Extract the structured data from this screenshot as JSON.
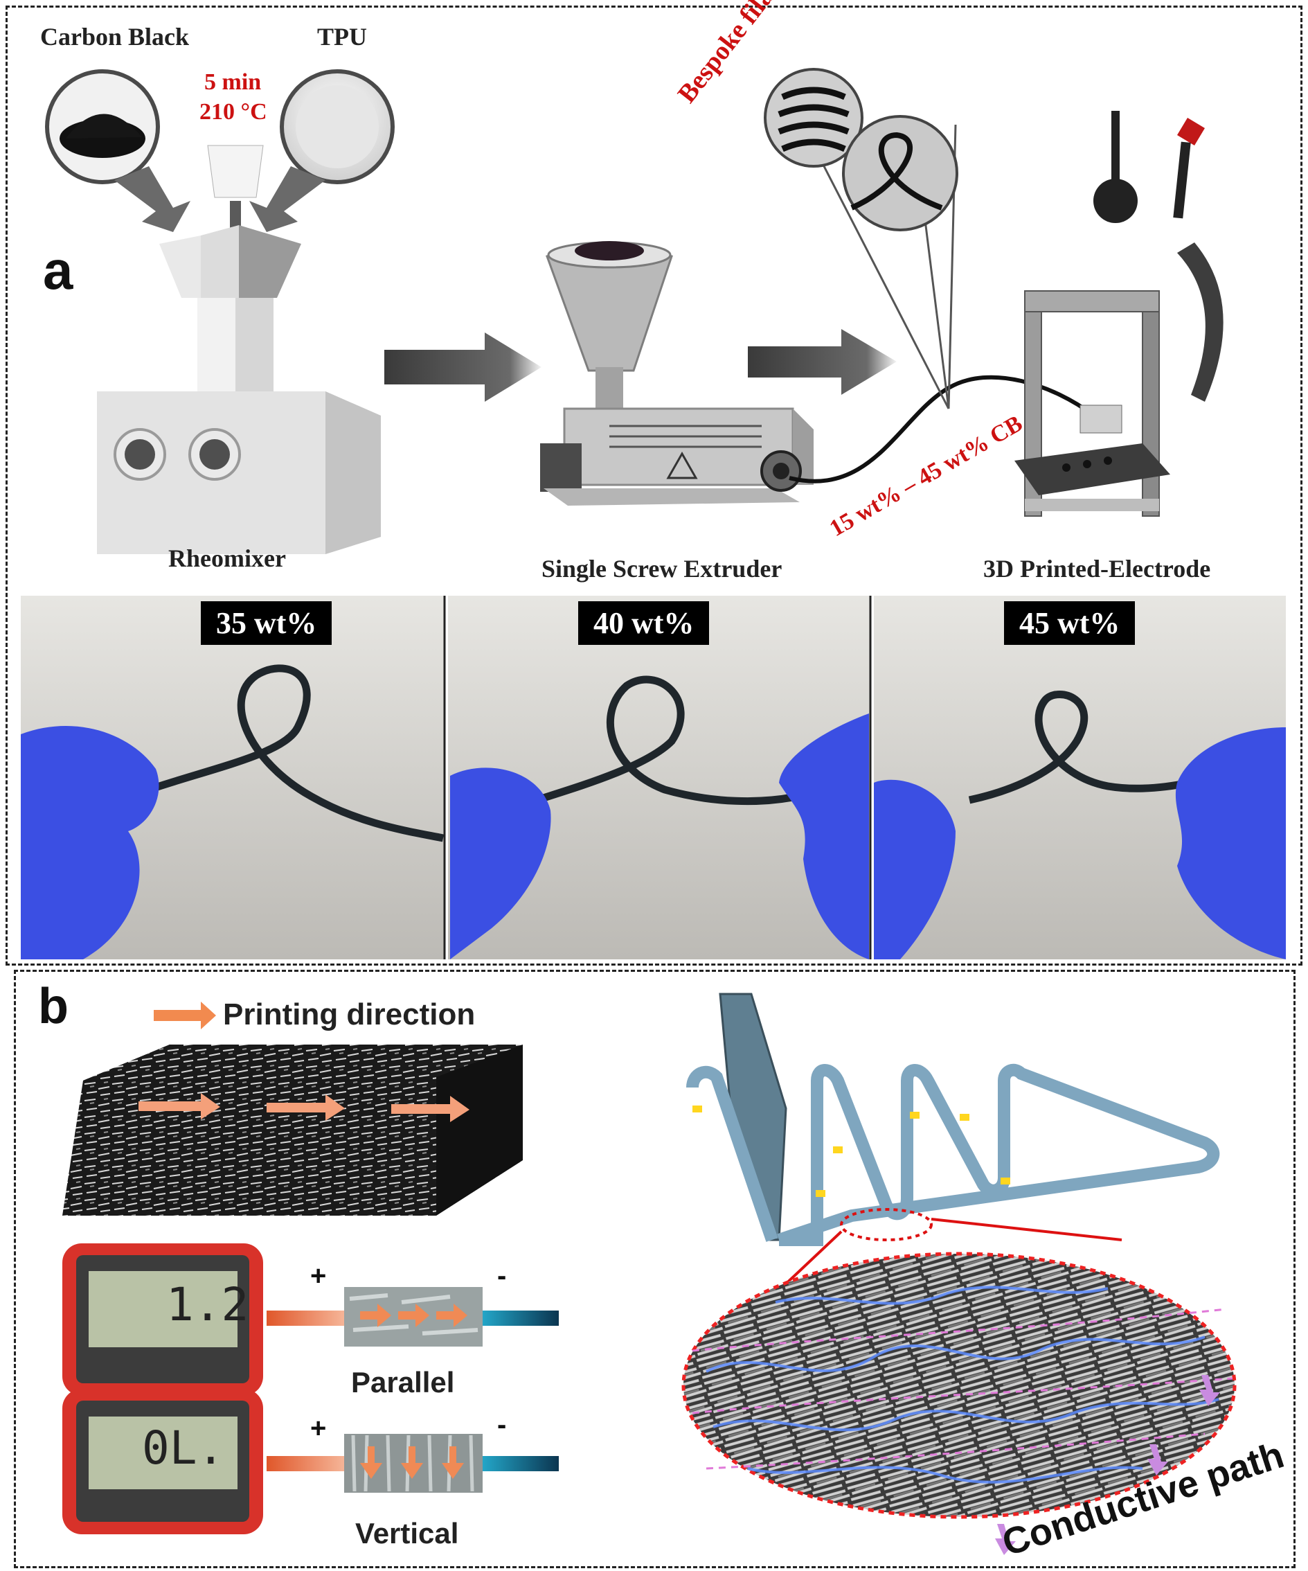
{
  "panel_a": {
    "letter": "a",
    "carbon_black": "Carbon Black",
    "tpu": "TPU",
    "mix_time": "5 min",
    "mix_temp": "210 °C",
    "bespoke": "Bespoke filament",
    "rheomixer": "Rheomixer",
    "extruder": "Single Screw Extruder",
    "printer": "3D Printed-Electrode",
    "cb_range": "15 wt% – 45 wt% CB"
  },
  "photos": [
    {
      "label": "35 wt%"
    },
    {
      "label": "40 wt%"
    },
    {
      "label": "45 wt%"
    }
  ],
  "panel_b": {
    "letter": "b",
    "printing_direction": "Printing direction",
    "meter_top_reading": "1.2",
    "meter_bottom_reading": "0L.",
    "parallel": "Parallel",
    "vertical": "Vertical",
    "plus": "+",
    "minus": "-",
    "conductive_path": "Conductive path"
  },
  "colors": {
    "red_text": "#cc1111",
    "glove_blue": "#3d55e6",
    "filament": "#1d242a",
    "meter_red": "#d8322a"
  }
}
